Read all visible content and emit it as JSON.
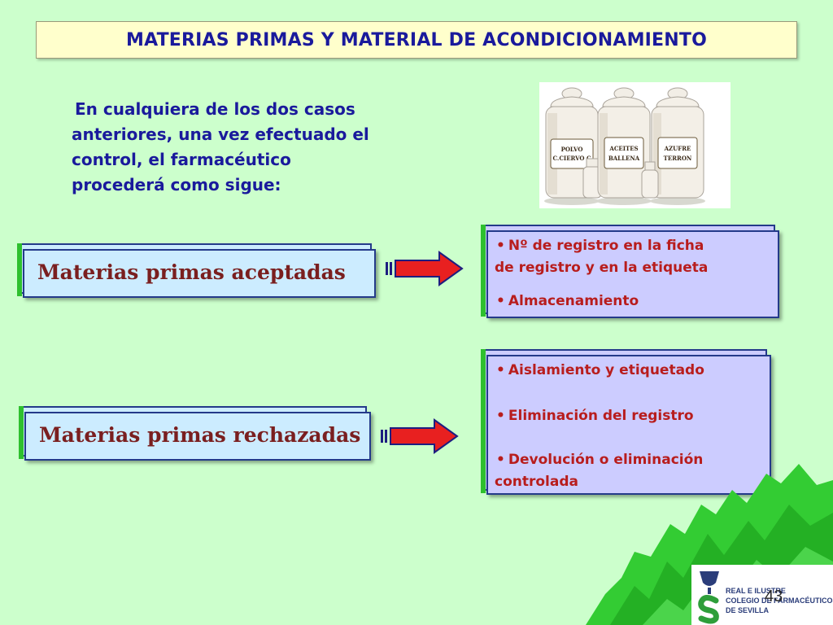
{
  "title": "MATERIAS PRIMAS Y MATERIAL DE ACONDICIONAMIENTO",
  "intro_lines": [
    "En cualquiera de los dos casos",
    "anteriores, una vez efectuado el",
    "control, el farmacéutico",
    "procederá como sigue:"
  ],
  "photo": {
    "jar_labels": [
      "POLVO",
      "C.CIERVO C",
      "ACEITES",
      "BALLENA",
      "AZUFRE",
      "TERRON"
    ]
  },
  "accepted": {
    "label": "Materias primas aceptadas",
    "items": [
      [
        "Nº de registro en la ficha",
        "de registro y en  la etiqueta"
      ],
      [
        "Almacenamiento"
      ]
    ]
  },
  "rejected": {
    "label": "Materias primas rechazadas",
    "items": [
      [
        "Aislamiento  y etiquetado"
      ],
      [
        "Eliminación del registro"
      ],
      [
        "Devolución o eliminación",
        " controlada"
      ]
    ]
  },
  "logo": {
    "lines": [
      "REAL E ILUSTRE",
      "COLEGIO DE FARMACÉUTICOS",
      "DE SEVILLA"
    ]
  },
  "page_number": "43",
  "colors": {
    "background": "#ccffcc",
    "title_text": "#1a1a9c",
    "category_text": "#7a1f1f",
    "list_text": "#b81d1d",
    "arrow": "#e82020",
    "accent_green": "#2ec02e"
  }
}
